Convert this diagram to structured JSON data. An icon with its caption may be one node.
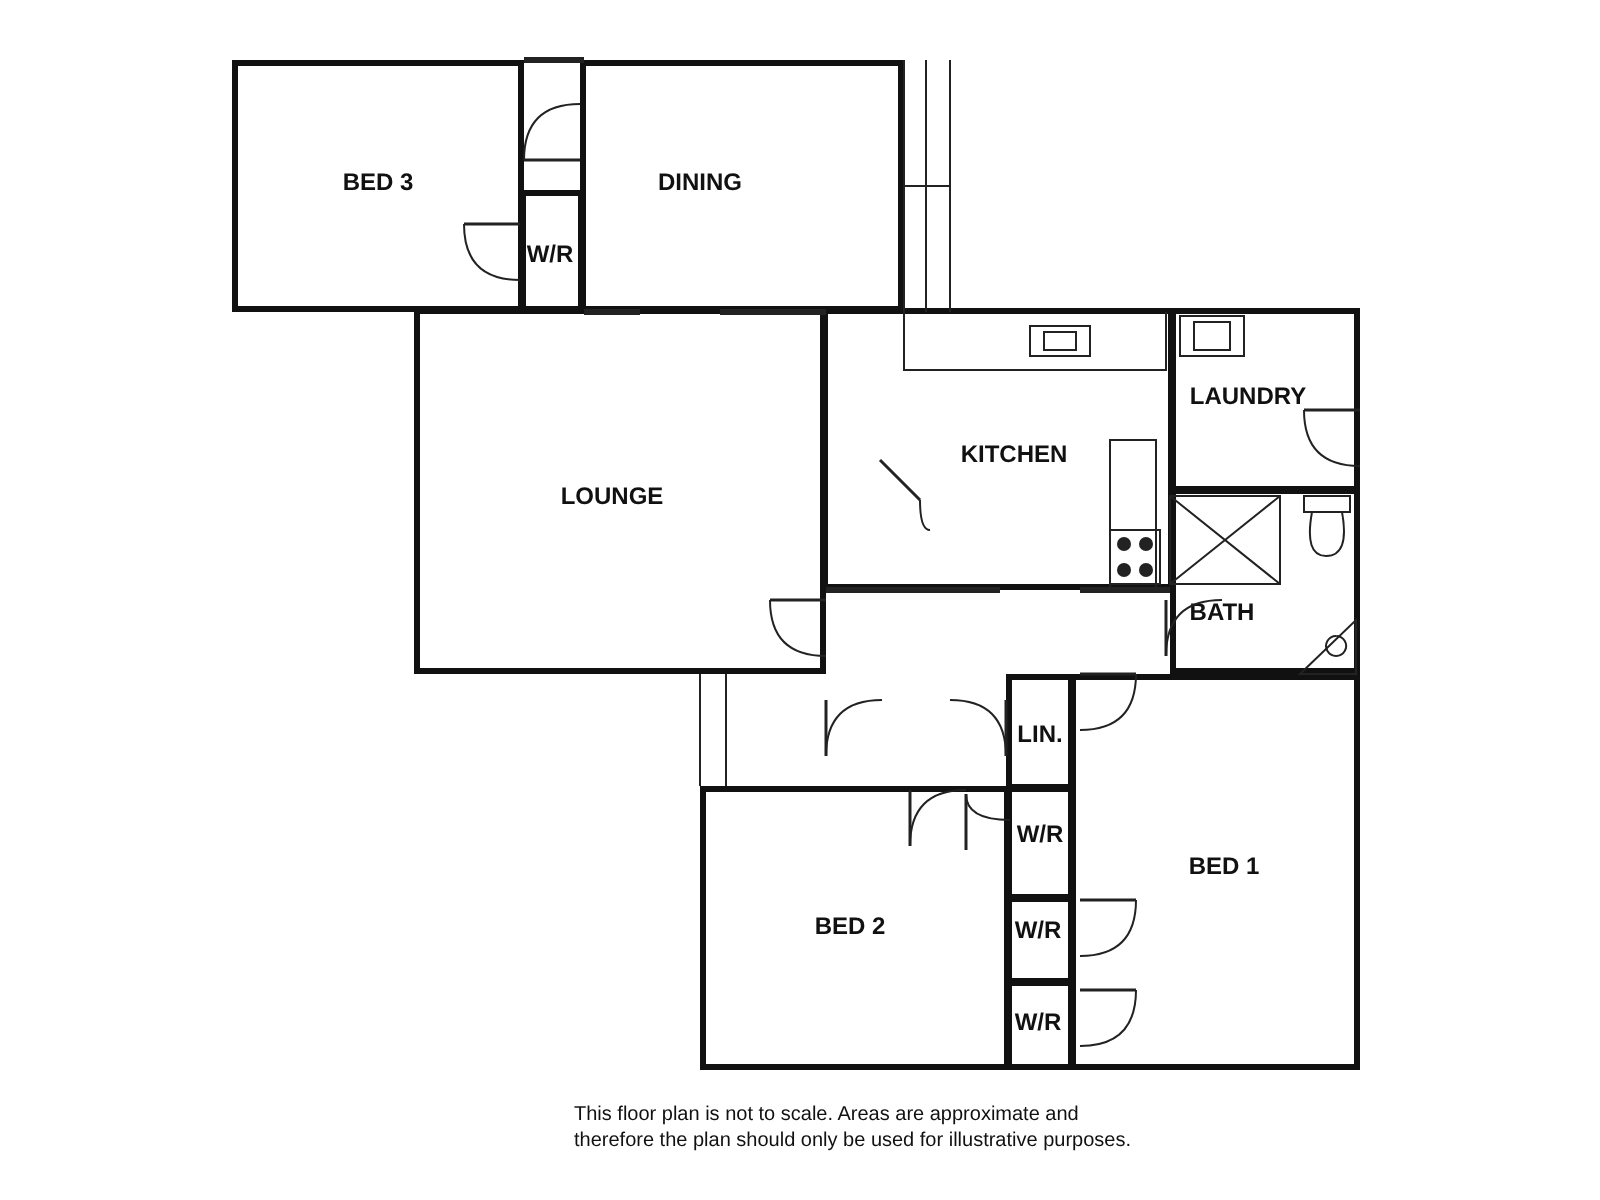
{
  "diagram": {
    "nodes": [
      {
        "text": [
          "BED 3"
        ]
      },
      {
        "text": [
          "DINING"
        ]
      },
      {
        "text": [
          "W/R"
        ]
      },
      {
        "text": [
          "LOUNGE"
        ]
      },
      {
        "text": [
          "KITCHEN"
        ]
      },
      {
        "text": [
          "LAUNDRY"
        ]
      },
      {
        "text": [
          "BATH"
        ]
      },
      {
        "text": [
          "LIN."
        ]
      },
      {
        "text": [
          "W/R"
        ]
      },
      {
        "text": [
          "BED 1"
        ]
      },
      {
        "text": [
          "BED 2"
        ]
      },
      {
        "text": [
          "W/R"
        ]
      },
      {
        "text": [
          "W/R"
        ]
      }
    ],
    "edges": [],
    "labels": [
      "This floor plan is not to scale. Areas are approximate and therefore the plan should only be used for illustrative purposes."
    ]
  }
}
